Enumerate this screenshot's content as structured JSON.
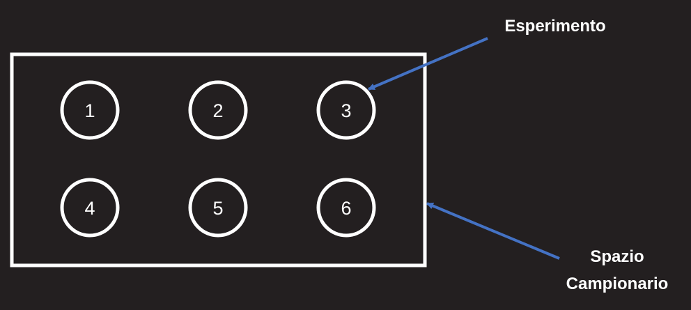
{
  "outcomes": [
    "1",
    "2",
    "3",
    "4",
    "5",
    "6"
  ],
  "labels": {
    "experiment": "Esperimento",
    "sample_space_line1": "Spazio",
    "sample_space_line2": "Campionario"
  },
  "colors": {
    "background": "#231f20",
    "stroke": "#ffffff",
    "arrow": "#4472c4"
  }
}
